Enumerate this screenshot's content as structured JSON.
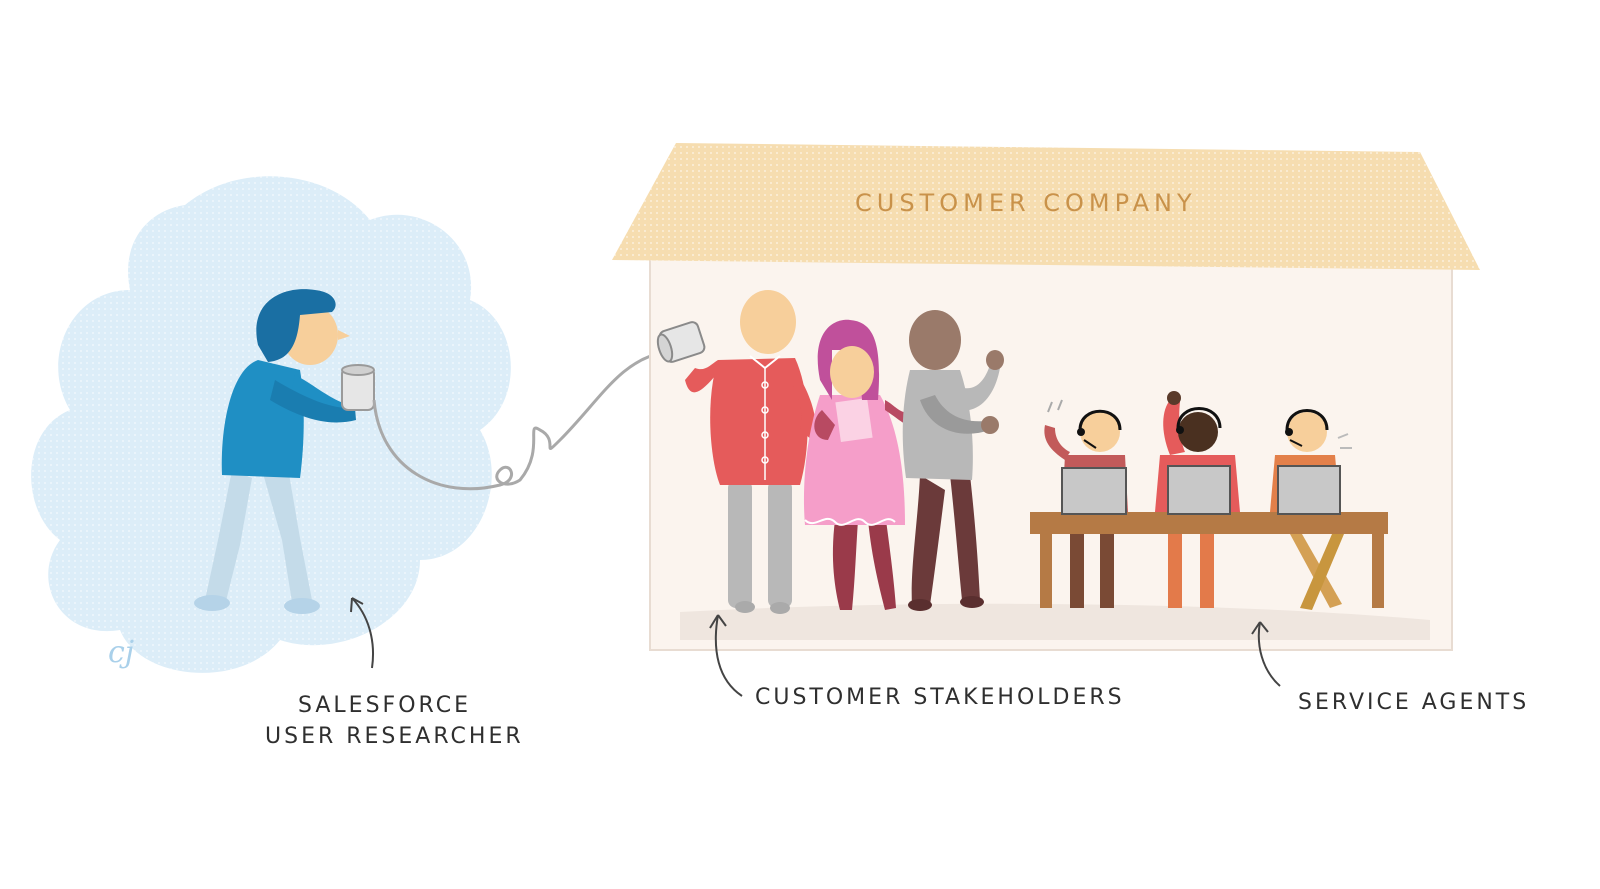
{
  "labels": {
    "company": "CUSTOMER COMPANY",
    "researcher_line1": "SALESFORCE",
    "researcher_line2": "USER RESEARCHER",
    "stakeholders": "CUSTOMER STAKEHOLDERS",
    "agents": "SERVICE AGENTS",
    "signature": "cj"
  },
  "colors": {
    "cloud": "#dcedf8",
    "roof": "#f6ddb0",
    "roof_text": "#c9924a",
    "building": "#fbf4ee",
    "researcher": "#1f8fc4",
    "researcher_hair": "#1a6fa3",
    "stakeholder_red": "#e55b5b",
    "stakeholder_pink": "#f59ec9",
    "stakeholder_gray": "#b8b8b8",
    "desk": "#b57a45",
    "skin": "#f7cf9b"
  }
}
